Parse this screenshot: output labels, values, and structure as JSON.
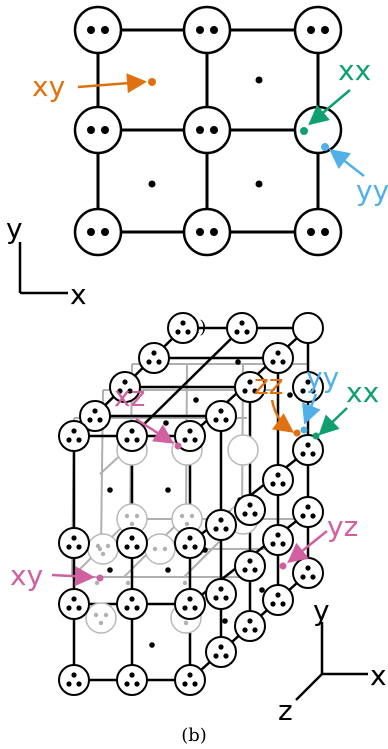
{
  "panel_a": {
    "caption": "(a)",
    "labels": {
      "xy": "xy",
      "xx": "xx",
      "yy": "yy"
    },
    "axes": {
      "y": "y",
      "x": "x"
    },
    "colors": {
      "xy": "#e07010",
      "xx": "#10a070",
      "yy": "#50b0e8"
    }
  },
  "panel_b": {
    "caption": "(b)",
    "labels": {
      "zz": "zz",
      "yy": "yy",
      "xx": "xx",
      "xz": "xz",
      "yz": "yz",
      "xy": "xy"
    },
    "axes": {
      "y": "y",
      "x": "x",
      "z": "z"
    },
    "colors": {
      "zz": "#e07010",
      "yy": "#50b0e8",
      "xx": "#10a070",
      "xz": "#d060a0",
      "yz": "#d060a0",
      "xy": "#d060a0"
    }
  }
}
